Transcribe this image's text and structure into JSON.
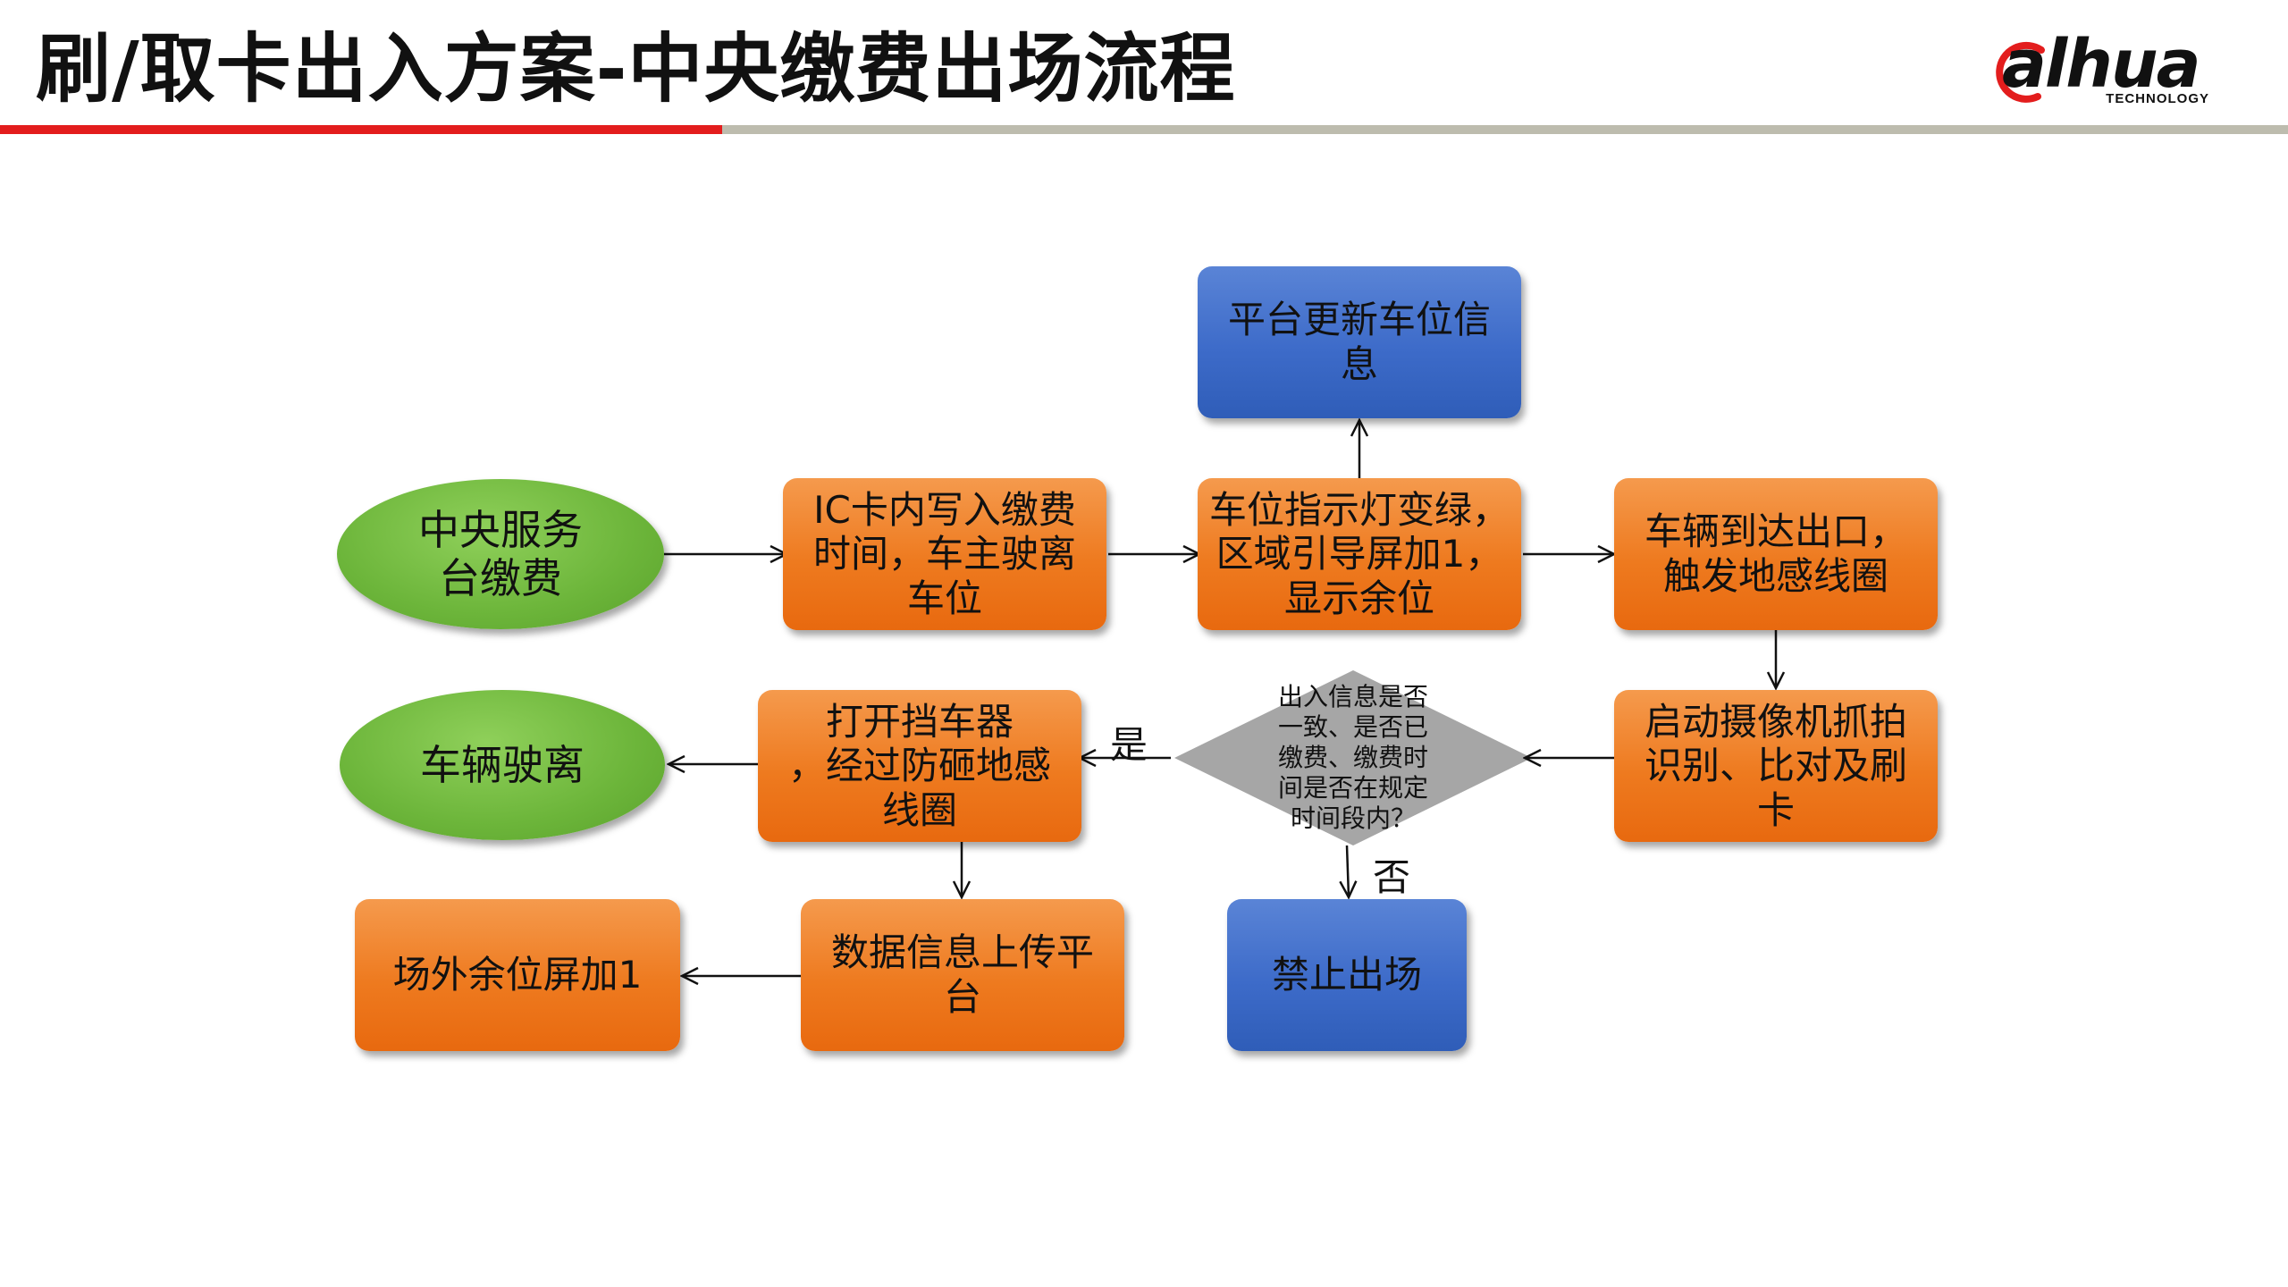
{
  "title": "刷/取卡出入方案-中央缴费出场流程",
  "logo": {
    "text": "alhua",
    "subtext": "TECHNOLOGY"
  },
  "colors": {
    "accent_red": "#e31d1d",
    "orange": "#ee7a1f",
    "blue": "#3d6bc9",
    "green": "#6cb53a",
    "gray_diamond": "#a6a6a6"
  },
  "nodes": {
    "central_pay": "中央服务\n台缴费",
    "ic_write": "IC卡内写入缴费\n时间，车主驶离\n车位",
    "spot_green": "车位指示灯变绿，\n区域引导屏加1，\n显示余位",
    "platform_update": "平台更新车位信\n息",
    "arrive_exit": "车辆到达出口，\n触发地感线圈",
    "camera": "启动摄像机抓拍\n识别、比对及刷\n卡",
    "decision": "出入信息是否\n一致、是否已\n缴费、缴费时\n间是否在规定\n时间段内？",
    "open_gate": "打开挡车器\n，经过防砸地感\n线圈",
    "leave": "车辆驶离",
    "forbid": "禁止出场",
    "upload": "数据信息上传平\n台",
    "outer_screen": "场外余位屏加1"
  },
  "labels": {
    "yes": "是",
    "no": "否"
  }
}
